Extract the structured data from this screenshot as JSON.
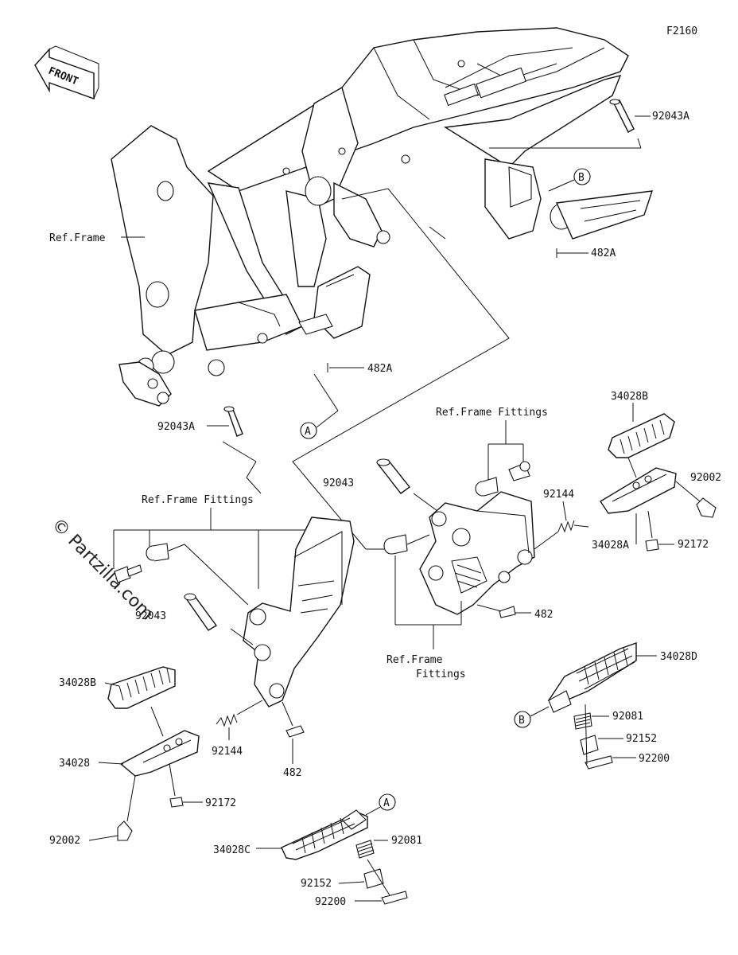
{
  "diagram_code": "F2160",
  "front_label": "FRONT",
  "watermark": "© Partzilla.com",
  "callouts": {
    "ref_frame": "Ref.Frame",
    "ref_frame_fittings": "Ref.Frame Fittings",
    "ref_frame_fittings_line1": "Ref.Frame",
    "ref_frame_fittings_line2": "Fittings",
    "circle_a": "A",
    "circle_b": "B"
  },
  "parts": {
    "p92043A": "92043A",
    "p482A": "482A",
    "p92043": "92043",
    "p92144": "92144",
    "p482": "482",
    "p34028": "34028",
    "p34028A": "34028A",
    "p34028B": "34028B",
    "p34028C": "34028C",
    "p34028D": "34028D",
    "p92002": "92002",
    "p92172": "92172",
    "p92081": "92081",
    "p92152": "92152",
    "p92200": "92200"
  }
}
